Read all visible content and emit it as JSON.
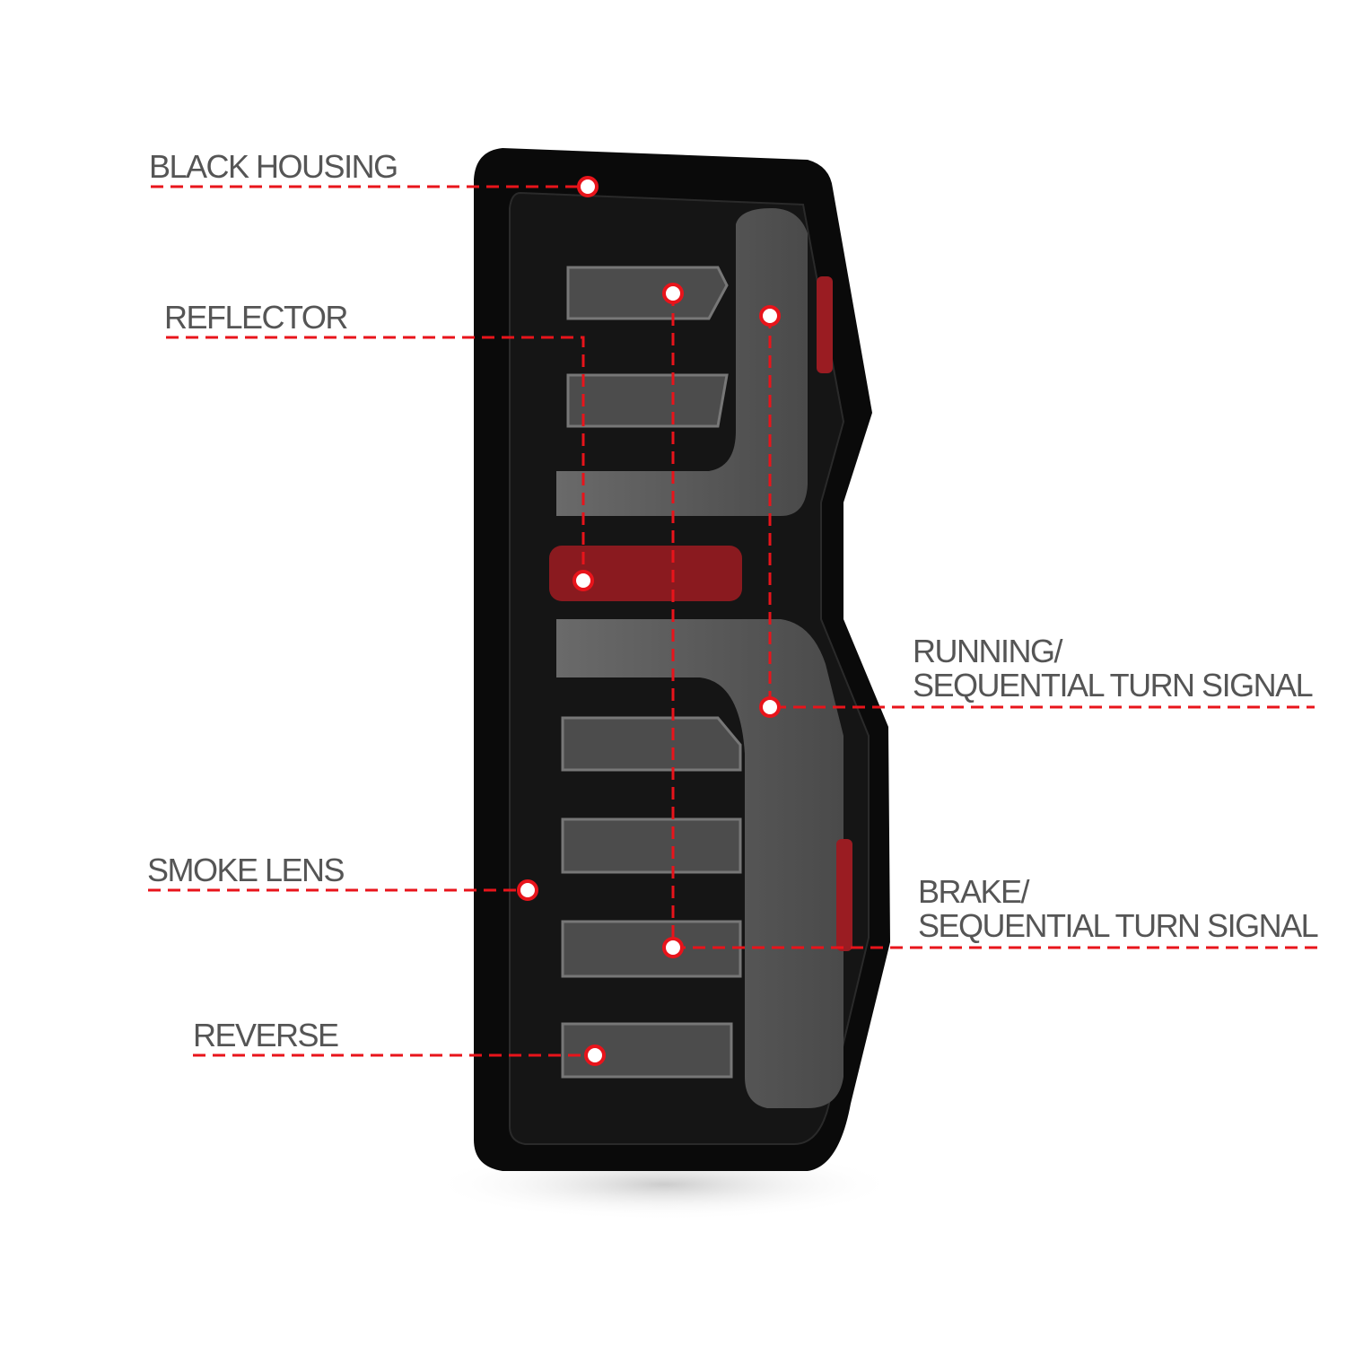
{
  "labels": {
    "black_housing": "BLACK HOUSING",
    "reflector": "REFLECTOR",
    "running_line1": "RUNNING/",
    "running_line2": "SEQUENTIAL TURN SIGNAL",
    "smoke_lens": "SMOKE LENS",
    "brake_line1": "BRAKE/",
    "brake_line2": "SEQUENTIAL TURN SIGNAL",
    "reverse": "REVERSE"
  },
  "colors": {
    "callout": "#e8141b",
    "text": "#555555",
    "housing": "#0a0a0a",
    "lightbar": "#5e5e5e",
    "reflector": "#8a1a1f"
  }
}
